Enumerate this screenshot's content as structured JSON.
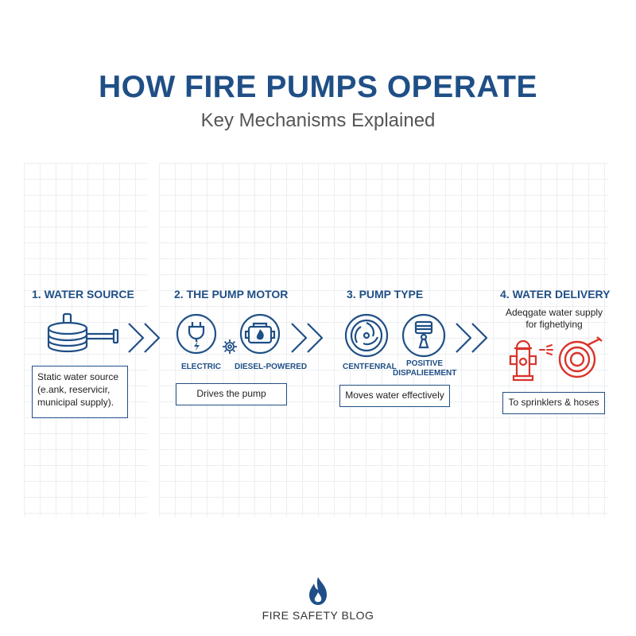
{
  "header": {
    "title": "HOW FIRE PUMPS OPERATE",
    "subtitle": "Key Mechanisms Explained"
  },
  "steps": [
    {
      "title": "1. WATER SOURCE",
      "description": "Static water source (e.ank, reservicir, municipal supply)."
    },
    {
      "title": "2. THE PUMP MOTOR",
      "options": [
        "ELECTRIC",
        "DIESEL-POWERED"
      ],
      "description": "Drives the pump"
    },
    {
      "title": "3. PUMP TYPE",
      "options": [
        "CENTFENRAL",
        "POSITIVE DISPALIEEMENT"
      ],
      "description": "Moves water effectively"
    },
    {
      "title": "4. WATER DELIVERY",
      "note": "Adeqgate water supply for fighetlying",
      "description": "To sprinklers & hoses"
    }
  ],
  "footer": {
    "brand": "FIRE SAFETY BLOG"
  },
  "colors": {
    "primary": "#1f4f86",
    "accent": "#d9342b",
    "text": "#333333"
  }
}
